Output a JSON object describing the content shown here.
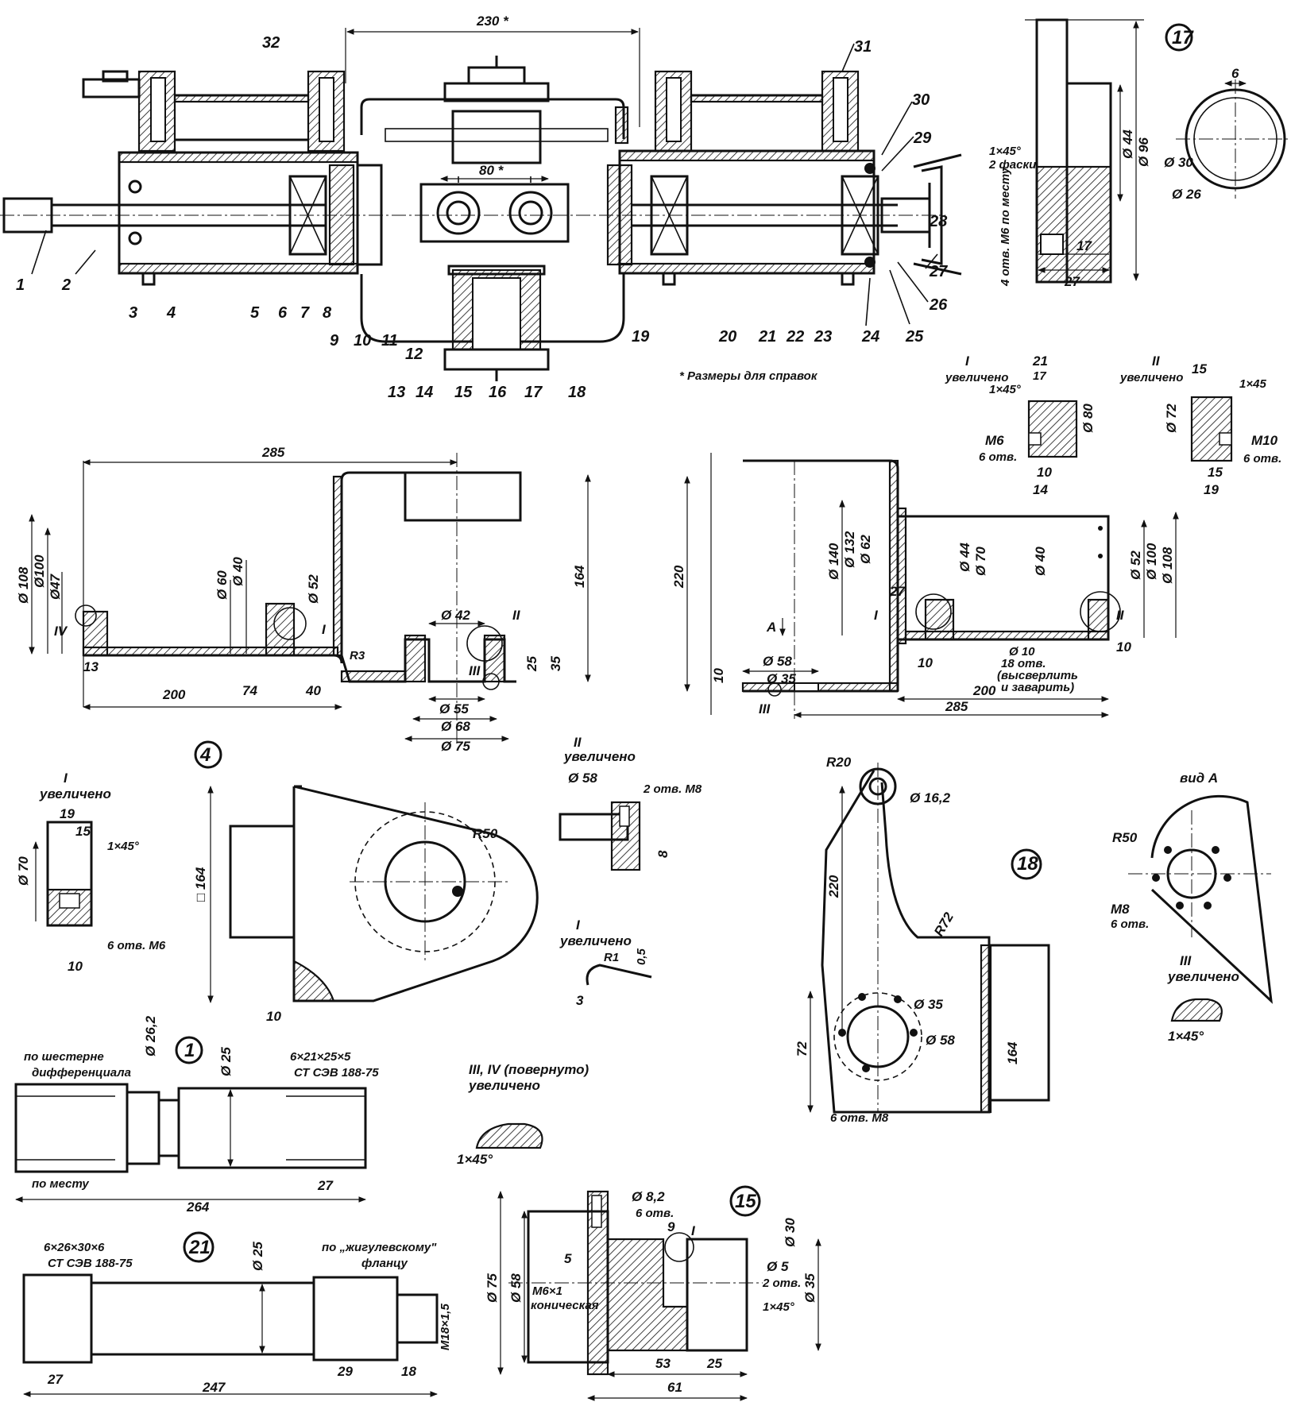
{
  "assembly": {
    "callouts": [
      "1",
      "2",
      "3",
      "4",
      "5",
      "6",
      "7",
      "8",
      "9",
      "10",
      "11",
      "12",
      "13",
      "14",
      "15",
      "16",
      "17",
      "18",
      "19",
      "20",
      "21",
      "22",
      "23",
      "24",
      "25",
      "26",
      "27",
      "28",
      "29",
      "30",
      "31",
      "32"
    ],
    "dims": {
      "top_width": "230 *",
      "inner_width": "80 *"
    },
    "note": "* Размеры для справок"
  },
  "view_left": {
    "dims": {
      "width": "285",
      "d108": "Ø 108",
      "d100": "Ø100",
      "d47": "Ø47",
      "d60": "Ø 60",
      "d40": "Ø 40",
      "d52": "Ø 52",
      "height": "164",
      "d42": "Ø 42",
      "d55": "Ø 55",
      "d68": "Ø 68",
      "d75": "Ø 75",
      "h25": "25",
      "h35": "35",
      "l13": "13",
      "l200": "200",
      "l74": "74",
      "l40": "40",
      "r3": "R3"
    },
    "details": {
      "i": "I",
      "ii": "II",
      "iii": "III",
      "iv": "IV"
    }
  },
  "view_right": {
    "dims": {
      "h220": "220",
      "d140": "Ø 140",
      "d132": "Ø 132",
      "d62": "Ø 62",
      "l27": "27",
      "d44": "Ø 44",
      "d70": "Ø 70",
      "d40": "Ø 40",
      "d52": "Ø 52",
      "d100": "Ø 100",
      "d108": "Ø 108",
      "l10a": "10",
      "l10b": "10",
      "d58": "Ø 58",
      "d35": "Ø 35",
      "l10c": "10",
      "l200": "200",
      "l285": "285",
      "holes1": "Ø 10",
      "holes2": "18 отв.",
      "holes3": "(высверлить",
      "holes4": "и заварить)",
      "view_a": "A"
    },
    "details": {
      "i": "I",
      "ii": "II",
      "iii": "III"
    }
  },
  "part17": {
    "num": "17",
    "dims": {
      "chamfer": "1×45°",
      "two_chamfers": "2 фаски",
      "holes": "4 отв. М6 по месту",
      "d44": "Ø 44",
      "d96": "Ø 96",
      "l17": "17",
      "l27": "27",
      "b6": "6",
      "d30": "Ø 30",
      "d26": "Ø 26"
    }
  },
  "enlarged_ur": {
    "i_label": "I",
    "i_sub": "увеличено",
    "i_l21": "21",
    "i_l17": "17",
    "i_chamfer": "1×45°",
    "i_d80": "Ø 80",
    "i_m6": "M6",
    "i_holes": "6 отв.",
    "i_l10": "10",
    "i_l14": "14",
    "ii_label": "II",
    "ii_sub": "увеличено",
    "ii_l15": "15",
    "ii_chamfer": "1×45",
    "ii_d72": "Ø 72",
    "ii_m10": "M10",
    "ii_holes": "6 отв.",
    "ii_l15b": "15",
    "ii_l19": "19"
  },
  "part4": {
    "num": "4",
    "side": "□ 164",
    "r50": "R50",
    "l10": "10",
    "i_label": "I",
    "i_sub": "увеличено",
    "i_l19": "19",
    "i_l15": "15",
    "i_chamfer": "1×45°",
    "i_d70": "Ø 70",
    "i_holes": "6 отв. М6",
    "i_l10": "10"
  },
  "mid_details": {
    "ii_label": "II",
    "ii_sub": "увеличено",
    "ii_d58": "Ø 58",
    "ii_holes": "2 отв. М8",
    "ii_l8": "8",
    "i_label": "I",
    "i_sub": "увеличено",
    "i_r1": "R1",
    "i_l05": "0,5",
    "i_l3": "3",
    "iii_iv_label": "III, IV (повернуто)",
    "iii_iv_sub": "увеличено",
    "iii_iv_chamfer": "1×45°"
  },
  "part18": {
    "num": "18",
    "r20": "R20",
    "d162": "Ø 16,2",
    "h220": "220",
    "r72": "R72",
    "h72": "72",
    "d35": "Ø 35",
    "d58": "Ø 58",
    "h164": "164",
    "holes": "6 отв. М8"
  },
  "view_a_detail": {
    "title": "вид А",
    "r50": "R50",
    "m8": "М8",
    "holes": "6 отв.",
    "iii_label": "III",
    "iii_sub": "увеличено",
    "iii_chamfer": "1×45°"
  },
  "part1": {
    "num": "1",
    "note1": "по шестерне",
    "note2": "дифференциала",
    "d262": "Ø 26,2",
    "d25": "Ø 25",
    "spline1": "6×21×25×5",
    "spline2": "СТ СЭВ 188-75",
    "note3": "по месту",
    "l264": "264",
    "l27": "27"
  },
  "part21": {
    "num": "21",
    "spline1": "6×26×30×6",
    "spline2": "СТ СЭВ 188-75",
    "d25": "Ø 25",
    "note1": "по „жигулевскому\"",
    "note2": "фланцу",
    "thread": "М18×1,5",
    "l27": "27",
    "l29": "29",
    "l18": "18",
    "l247": "247"
  },
  "part15": {
    "num": "15",
    "d82": "Ø 8,2",
    "holes6": "6 отв.",
    "l9": "9",
    "detail_i": "I",
    "d30": "Ø 30",
    "l5": "5",
    "d5": "Ø 5",
    "holes2": "2 отв.",
    "d75": "Ø 75",
    "d58": "Ø 58",
    "d35": "Ø 35",
    "m6": "М6×1",
    "conic": "коническая",
    "chamfer": "1×45°",
    "l53": "53",
    "l25": "25",
    "l61": "61"
  }
}
